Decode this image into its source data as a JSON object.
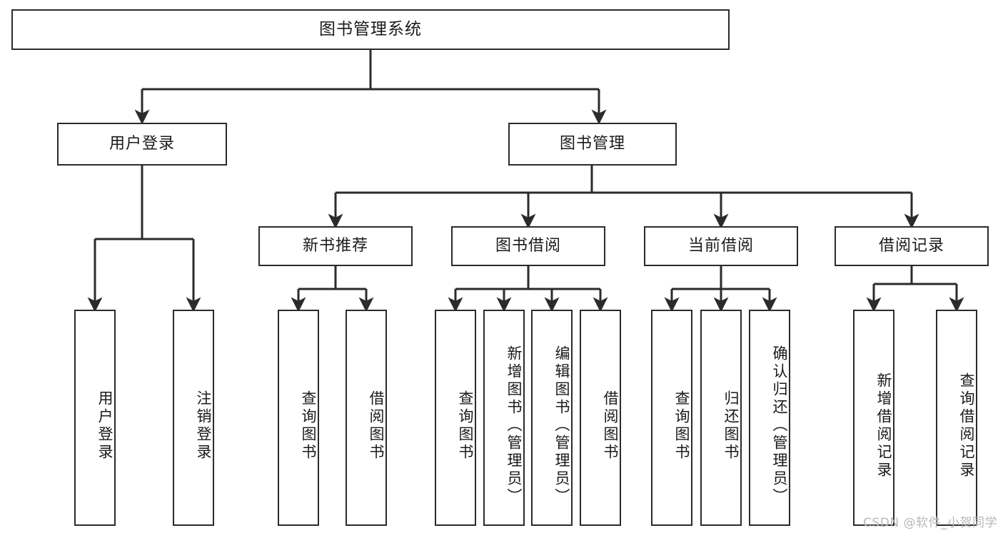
{
  "diagram": {
    "title": "图书管理系统",
    "type": "hierarchy-tree",
    "watermark": "CSDN @软件_小贺同学",
    "colors": {
      "stroke": "#2b2b2b",
      "fill": "#ffffff",
      "text": "#1a1a1a",
      "watermark": "#b8b8b8"
    },
    "nodes": {
      "root": {
        "label": "图书管理系统"
      },
      "level1": [
        {
          "id": "user-login",
          "label": "用户登录"
        },
        {
          "id": "book-manage",
          "label": "图书管理"
        }
      ],
      "level2": [
        {
          "id": "new-book-rec",
          "label": "新书推荐"
        },
        {
          "id": "book-borrow",
          "label": "图书借阅"
        },
        {
          "id": "current-borrow",
          "label": "当前借阅"
        },
        {
          "id": "borrow-record",
          "label": "借阅记录"
        }
      ],
      "leaves": {
        "user-login": [
          {
            "id": "leaf-user-login",
            "label": "用户登录"
          },
          {
            "id": "leaf-user-logout",
            "label": "注销登录"
          }
        ],
        "new-book-rec": [
          {
            "id": "leaf-query-book-1",
            "label": "查询图书"
          },
          {
            "id": "leaf-borrow-book-1",
            "label": "借阅图书"
          }
        ],
        "book-borrow": [
          {
            "id": "leaf-query-book-2",
            "label": "查询图书"
          },
          {
            "id": "leaf-add-book",
            "label": "新增图书（管理员）"
          },
          {
            "id": "leaf-edit-book",
            "label": "编辑图书（管理员）"
          },
          {
            "id": "leaf-borrow-book-2",
            "label": "借阅图书"
          }
        ],
        "current-borrow": [
          {
            "id": "leaf-query-book-3",
            "label": "查询图书"
          },
          {
            "id": "leaf-return-book",
            "label": "归还图书"
          },
          {
            "id": "leaf-confirm-return",
            "label": "确认归还（管理员）"
          }
        ],
        "borrow-record": [
          {
            "id": "leaf-add-record",
            "label": "新增借阅记录"
          },
          {
            "id": "leaf-query-record",
            "label": "查询借阅记录"
          }
        ]
      }
    }
  }
}
